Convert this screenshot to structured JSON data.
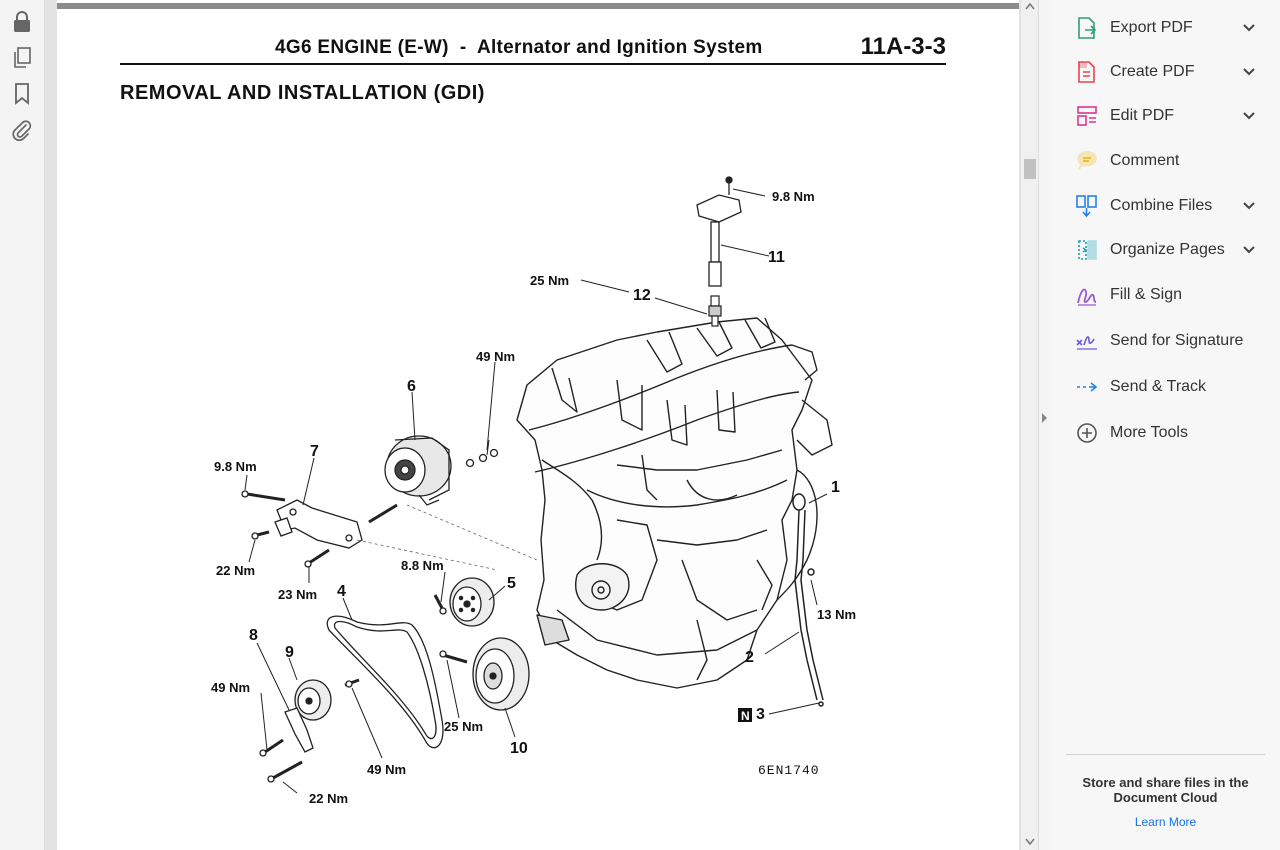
{
  "left_toolbar": {
    "buttons": [
      {
        "name": "lock-icon"
      },
      {
        "name": "pages-icon"
      },
      {
        "name": "bookmark-icon"
      },
      {
        "name": "attachment-icon"
      }
    ]
  },
  "document": {
    "header_title": "4G6 ENGINE (E-W)  -  Alternator and Ignition System",
    "page_number": "11A-3-3",
    "section_title": "REMOVAL AND INSTALLATION (GDI)",
    "diagram": {
      "figure_code": "6EN1740",
      "callouts": [
        {
          "id": "1",
          "text": "1"
        },
        {
          "id": "2",
          "text": "2"
        },
        {
          "id": "3",
          "text": "3"
        },
        {
          "id": "4",
          "text": "4"
        },
        {
          "id": "5",
          "text": "5"
        },
        {
          "id": "6",
          "text": "6"
        },
        {
          "id": "7",
          "text": "7"
        },
        {
          "id": "8",
          "text": "8"
        },
        {
          "id": "9",
          "text": "9"
        },
        {
          "id": "10",
          "text": "10"
        },
        {
          "id": "11",
          "text": "11"
        },
        {
          "id": "12",
          "text": "12"
        }
      ],
      "torques": [
        {
          "id": "t1",
          "text": "9.8  Nm"
        },
        {
          "id": "t2",
          "text": "25  Nm"
        },
        {
          "id": "t3",
          "text": "49  Nm"
        },
        {
          "id": "t4",
          "text": "9.8  Nm"
        },
        {
          "id": "t5",
          "text": "22  Nm"
        },
        {
          "id": "t6",
          "text": "23  Nm"
        },
        {
          "id": "t7",
          "text": "8.8  Nm"
        },
        {
          "id": "t8",
          "text": "13  Nm"
        },
        {
          "id": "t9",
          "text": "49  Nm"
        },
        {
          "id": "t10",
          "text": "25  Nm"
        },
        {
          "id": "t11",
          "text": "49  Nm"
        },
        {
          "id": "t12",
          "text": "22  Nm"
        }
      ],
      "marker_letter": "N"
    }
  },
  "right_panel": {
    "tools": [
      {
        "label": "Export PDF",
        "icon": "export-pdf-icon",
        "color": "#2d9d78",
        "has_chevron": true
      },
      {
        "label": "Create PDF",
        "icon": "create-pdf-icon",
        "color": "#e34850",
        "has_chevron": true
      },
      {
        "label": "Edit PDF",
        "icon": "edit-pdf-icon",
        "color": "#d83790",
        "has_chevron": true
      },
      {
        "label": "Comment",
        "icon": "comment-icon",
        "color": "#e8b400",
        "has_chevron": false
      },
      {
        "label": "Combine Files",
        "icon": "combine-files-icon",
        "color": "#2680eb",
        "has_chevron": true
      },
      {
        "label": "Organize Pages",
        "icon": "organize-pages-icon",
        "color": "#12a4b8",
        "has_chevron": true
      },
      {
        "label": "Fill & Sign",
        "icon": "fill-sign-icon",
        "color": "#9b59d0",
        "has_chevron": false
      },
      {
        "label": "Send for Signature",
        "icon": "send-signature-icon",
        "color": "#6e5fd8",
        "has_chevron": false
      },
      {
        "label": "Send & Track",
        "icon": "send-track-icon",
        "color": "#2680eb",
        "has_chevron": false
      },
      {
        "label": "More Tools",
        "icon": "more-tools-icon",
        "color": "#555555",
        "has_chevron": false
      }
    ],
    "cloud_message": "Store and share files in the Document Cloud",
    "learn_more": "Learn More"
  }
}
